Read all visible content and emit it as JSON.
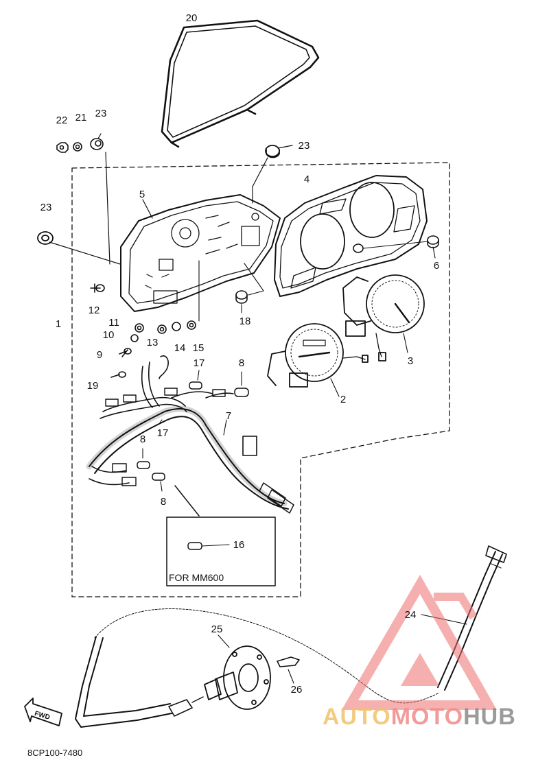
{
  "diagram": {
    "reference_code": "8CP100-7480",
    "note_box_text": "FOR MM600",
    "forward_arrow_text": "FWD",
    "watermark": {
      "part1": "AUTO",
      "part2": "MOTO",
      "part3": "HUB",
      "colors": {
        "part1": "#f0c36a",
        "part2": "#f28a8a",
        "part3": "#8a8a8a"
      }
    },
    "callouts": [
      {
        "id": "c-20",
        "label": "20",
        "part": "meter lens"
      },
      {
        "id": "c-22",
        "label": "22",
        "part": "nut"
      },
      {
        "id": "c-21",
        "label": "21",
        "part": "washer"
      },
      {
        "id": "c-23a",
        "label": "23",
        "part": "damper"
      },
      {
        "id": "c-23b",
        "label": "23",
        "part": "damper"
      },
      {
        "id": "c-23c",
        "label": "23",
        "part": "damper"
      },
      {
        "id": "c-5",
        "label": "5",
        "part": "meter case"
      },
      {
        "id": "c-4",
        "label": "4",
        "part": "meter panel"
      },
      {
        "id": "c-6",
        "label": "6",
        "part": "grommet"
      },
      {
        "id": "c-12",
        "label": "12",
        "part": "screw"
      },
      {
        "id": "c-18",
        "label": "18",
        "part": "grommet"
      },
      {
        "id": "c-1",
        "label": "1",
        "part": "meter assembly"
      },
      {
        "id": "c-11",
        "label": "11",
        "part": "nut"
      },
      {
        "id": "c-10",
        "label": "10",
        "part": "washer"
      },
      {
        "id": "c-13",
        "label": "13",
        "part": "nut"
      },
      {
        "id": "c-14",
        "label": "14",
        "part": "washer"
      },
      {
        "id": "c-15",
        "label": "15",
        "part": "nut"
      },
      {
        "id": "c-9",
        "label": "9",
        "part": "screw"
      },
      {
        "id": "c-3",
        "label": "3",
        "part": "tachometer"
      },
      {
        "id": "c-2",
        "label": "2",
        "part": "speedometer"
      },
      {
        "id": "c-17a",
        "label": "17",
        "part": "bulb"
      },
      {
        "id": "c-8a",
        "label": "8",
        "part": "bulb"
      },
      {
        "id": "c-19",
        "label": "19",
        "part": "screw"
      },
      {
        "id": "c-7",
        "label": "7",
        "part": "wire harness"
      },
      {
        "id": "c-17b",
        "label": "17",
        "part": "bulb"
      },
      {
        "id": "c-8b",
        "label": "8",
        "part": "bulb"
      },
      {
        "id": "c-8c",
        "label": "8",
        "part": "bulb"
      },
      {
        "id": "c-16",
        "label": "16",
        "part": "bulb"
      },
      {
        "id": "c-24",
        "label": "24",
        "part": "speedometer cable"
      },
      {
        "id": "c-25",
        "label": "25",
        "part": "speedometer gear unit"
      },
      {
        "id": "c-26",
        "label": "26",
        "part": "pin"
      }
    ]
  }
}
